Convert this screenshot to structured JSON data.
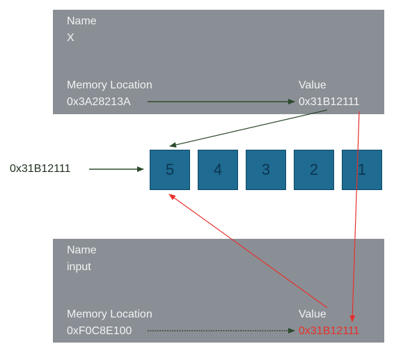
{
  "top_box": {
    "name_label": "Name",
    "name_value": "X",
    "memory_label": "Memory Location",
    "memory_value": "0x3A28213A",
    "value_label": "Value",
    "value_value": "0x31B12111"
  },
  "bottom_box": {
    "name_label": "Name",
    "name_value": "input",
    "memory_label": "Memory Location",
    "memory_value": "0xF0C8E100",
    "value_label": "Value",
    "value_value": "0x31B12111"
  },
  "array": {
    "address": "0x31B12111",
    "cells": [
      "5",
      "4",
      "3",
      "2",
      "1"
    ]
  },
  "colors": {
    "panel": "#8a8f95",
    "cell": "#1f6b91",
    "arrow": "#2c4a2c",
    "highlight": "#e8302b"
  }
}
